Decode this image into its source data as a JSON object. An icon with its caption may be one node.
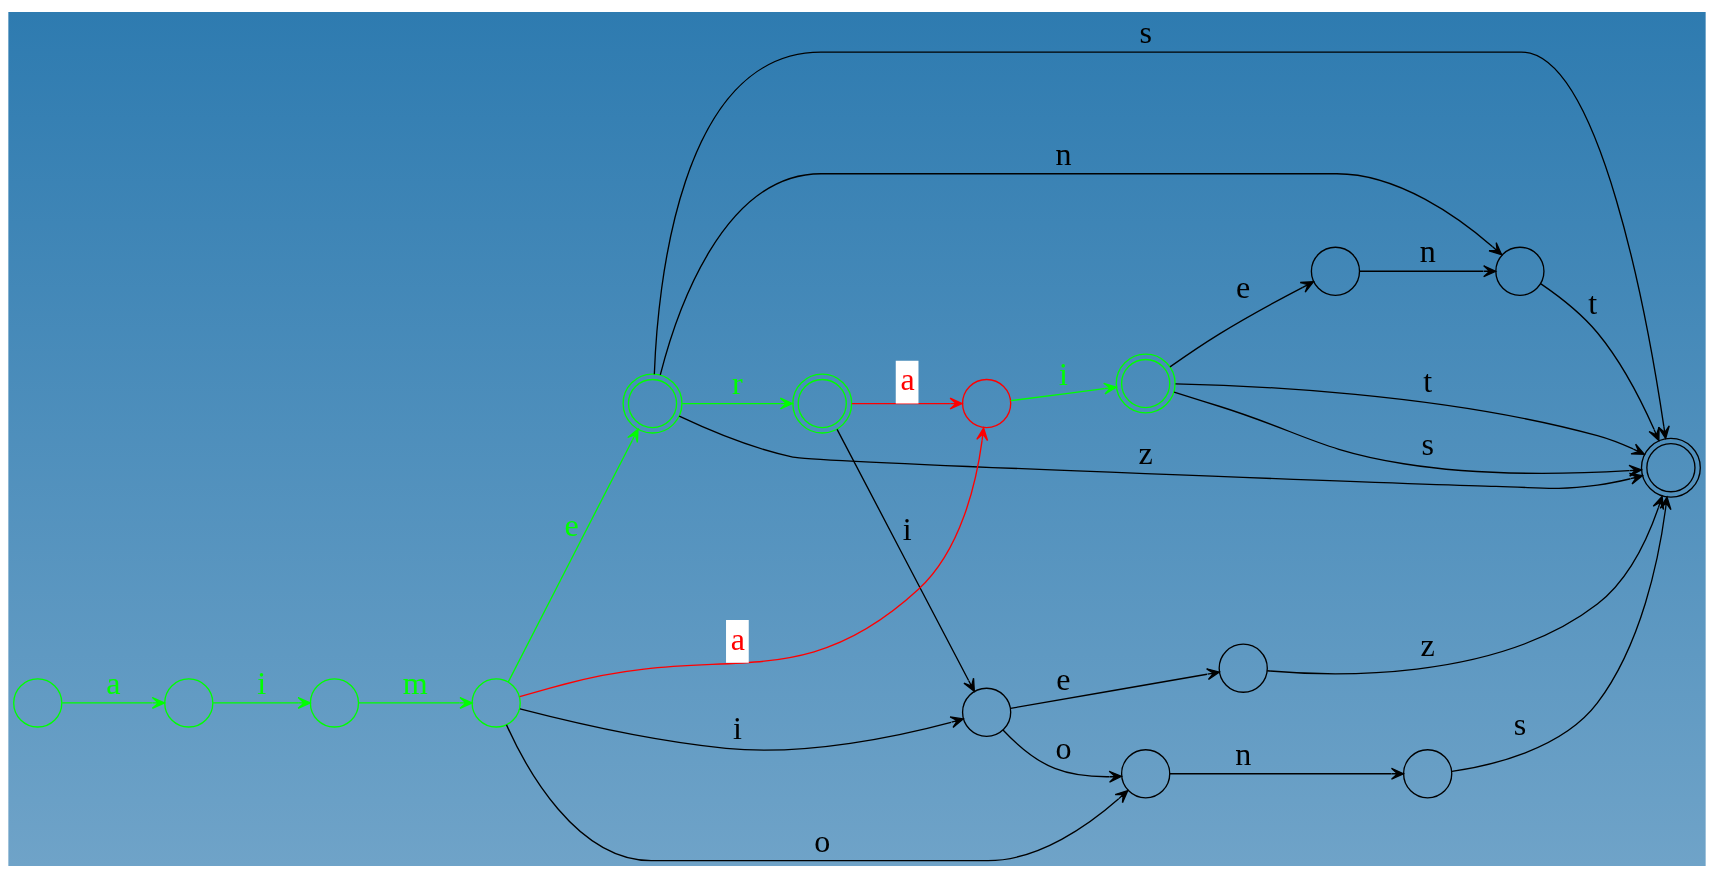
{
  "diagram": {
    "nodes": [
      {
        "text": [],
        "shape": "circle"
      },
      {
        "text": [],
        "shape": "circle"
      },
      {
        "text": [],
        "shape": "doublecircle"
      },
      {
        "text": [],
        "shape": "doublecircle"
      },
      {
        "text": [],
        "shape": "circle"
      },
      {
        "text": [],
        "shape": "circle"
      },
      {
        "text": [],
        "shape": "doublecircle"
      },
      {
        "text": [],
        "shape": "circle"
      },
      {
        "text": [],
        "shape": "circle"
      },
      {
        "text": [],
        "shape": "circle"
      },
      {
        "text": [],
        "shape": "doublecircle"
      },
      {
        "text": [],
        "shape": "circle"
      },
      {
        "text": [],
        "shape": "circle"
      },
      {
        "text": [],
        "shape": "circle"
      },
      {
        "text": [],
        "shape": "circle"
      }
    ],
    "edges": [
      {
        "from": 11,
        "to": 12,
        "arrow": "to",
        "label": "a",
        "color": "#00ff00"
      },
      {
        "from": 12,
        "to": 13,
        "arrow": "to",
        "label": "i",
        "color": "#00ff00"
      },
      {
        "from": 13,
        "to": 14,
        "arrow": "to",
        "label": "m",
        "color": "#00ff00"
      },
      {
        "from": 14,
        "to": 7,
        "arrow": "to",
        "label": "a",
        "color": "#ff0000"
      },
      {
        "from": 14,
        "to": 10,
        "arrow": "to",
        "label": "e",
        "color": "#00ff00"
      },
      {
        "from": 7,
        "to": 3,
        "arrow": "to",
        "label": "i",
        "color": "#00ff00"
      },
      {
        "from": 3,
        "to": 0,
        "arrow": "to",
        "label": "e"
      },
      {
        "from": 3,
        "to": 2,
        "arrow": "to",
        "label": "s"
      },
      {
        "from": 3,
        "to": 2,
        "arrow": "to",
        "label": "t"
      },
      {
        "from": 0,
        "to": 1,
        "arrow": "to",
        "label": "n"
      },
      {
        "from": 1,
        "to": 2,
        "arrow": "to",
        "label": "t"
      },
      {
        "from": 10,
        "to": 1,
        "arrow": "to",
        "label": "n"
      },
      {
        "from": 10,
        "to": 6,
        "arrow": "to",
        "label": "r",
        "color": "#00ff00"
      },
      {
        "from": 10,
        "to": 2,
        "arrow": "to",
        "label": "s"
      },
      {
        "from": 10,
        "to": 2,
        "arrow": "to",
        "label": "z"
      },
      {
        "from": 6,
        "to": 7,
        "arrow": "to",
        "label": "a",
        "color": "#ff0000"
      },
      {
        "from": 6,
        "to": 4,
        "arrow": "to",
        "label": "i"
      },
      {
        "from": 4,
        "to": 5,
        "arrow": "to",
        "label": "e"
      },
      {
        "from": 4,
        "to": 8,
        "arrow": "to",
        "label": "o"
      },
      {
        "from": 5,
        "to": 2,
        "arrow": "to",
        "label": "z"
      },
      {
        "from": 8,
        "to": 9,
        "arrow": "to",
        "label": "n"
      },
      {
        "from": 9,
        "to": 2,
        "arrow": "to",
        "label": "s"
      },
      {
        "from": 14,
        "to": 4,
        "arrow": "to",
        "label": "i"
      },
      {
        "from": 14,
        "to": 8,
        "arrow": "to",
        "label": "o"
      }
    ]
  }
}
